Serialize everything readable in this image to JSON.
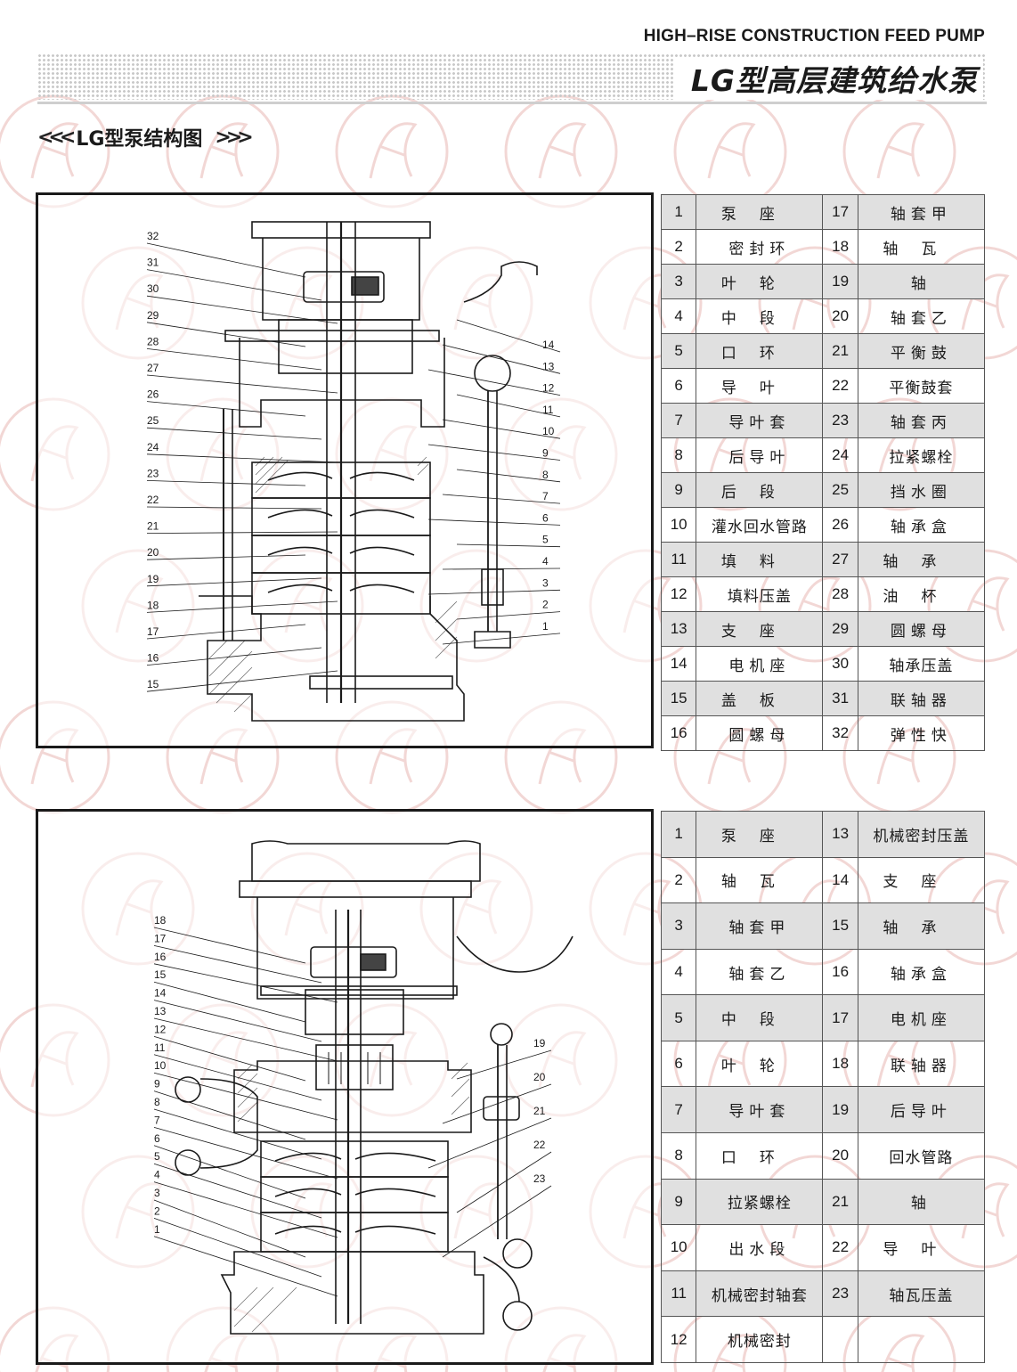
{
  "header": {
    "title_en": "HIGH–RISE CONSTRUCTION FEED PUMP",
    "title_cn": "LG型高层建筑给水泵"
  },
  "section": {
    "title": "LG型泵结构图",
    "left_glyph": "<<<",
    "right_glyph": ">>>"
  },
  "colors": {
    "border": "#1a1a1a",
    "shade": "#e0e0e0",
    "watermark": "#e9b8b4",
    "dots": "#c9c9c9"
  },
  "diagram1": {
    "labels_left": [
      "32",
      "31",
      "30",
      "29",
      "28",
      "27",
      "26",
      "25",
      "24",
      "23",
      "22",
      "21",
      "20",
      "19",
      "18",
      "17",
      "16",
      "15"
    ],
    "labels_right": [
      "14",
      "13",
      "12",
      "11",
      "10",
      "9",
      "8",
      "7",
      "6",
      "5",
      "4",
      "3",
      "2",
      "1"
    ]
  },
  "diagram2": {
    "labels_left": [
      "18",
      "17",
      "16",
      "15",
      "14",
      "13",
      "12",
      "11",
      "10",
      "9",
      "8",
      "7",
      "6",
      "5",
      "4",
      "3",
      "2",
      "1"
    ],
    "labels_right": [
      "19",
      "20",
      "21",
      "22",
      "23"
    ]
  },
  "table1": {
    "rows": [
      [
        {
          "n": "1",
          "t": "泵座"
        },
        {
          "n": "17",
          "t": "轴套甲"
        }
      ],
      [
        {
          "n": "2",
          "t": "密封环"
        },
        {
          "n": "18",
          "t": "轴瓦"
        }
      ],
      [
        {
          "n": "3",
          "t": "叶轮"
        },
        {
          "n": "19",
          "t": "轴"
        }
      ],
      [
        {
          "n": "4",
          "t": "中段"
        },
        {
          "n": "20",
          "t": "轴套乙"
        }
      ],
      [
        {
          "n": "5",
          "t": "口环"
        },
        {
          "n": "21",
          "t": "平衡鼓"
        }
      ],
      [
        {
          "n": "6",
          "t": "导叶"
        },
        {
          "n": "22",
          "t": "平衡鼓套"
        }
      ],
      [
        {
          "n": "7",
          "t": "导叶套"
        },
        {
          "n": "23",
          "t": "轴套丙"
        }
      ],
      [
        {
          "n": "8",
          "t": "后导叶"
        },
        {
          "n": "24",
          "t": "拉紧螺栓"
        }
      ],
      [
        {
          "n": "9",
          "t": "后段"
        },
        {
          "n": "25",
          "t": "挡水圈"
        }
      ],
      [
        {
          "n": "10",
          "t": "灌水回水管路"
        },
        {
          "n": "26",
          "t": "轴承盒"
        }
      ],
      [
        {
          "n": "11",
          "t": "填料"
        },
        {
          "n": "27",
          "t": "轴承"
        }
      ],
      [
        {
          "n": "12",
          "t": "填料压盖"
        },
        {
          "n": "28",
          "t": "油杯"
        }
      ],
      [
        {
          "n": "13",
          "t": "支座"
        },
        {
          "n": "29",
          "t": "圆螺母"
        }
      ],
      [
        {
          "n": "14",
          "t": "电机座"
        },
        {
          "n": "30",
          "t": "轴承压盖"
        }
      ],
      [
        {
          "n": "15",
          "t": "盖板"
        },
        {
          "n": "31",
          "t": "联轴器"
        }
      ],
      [
        {
          "n": "16",
          "t": "圆螺母"
        },
        {
          "n": "32",
          "t": "弹性快"
        }
      ]
    ]
  },
  "table2": {
    "rows": [
      [
        {
          "n": "1",
          "t": "泵座"
        },
        {
          "n": "13",
          "t": "机械密封压盖"
        }
      ],
      [
        {
          "n": "2",
          "t": "轴瓦"
        },
        {
          "n": "14",
          "t": "支座"
        }
      ],
      [
        {
          "n": "3",
          "t": "轴套甲"
        },
        {
          "n": "15",
          "t": "轴承"
        }
      ],
      [
        {
          "n": "4",
          "t": "轴套乙"
        },
        {
          "n": "16",
          "t": "轴承盒"
        }
      ],
      [
        {
          "n": "5",
          "t": "中段"
        },
        {
          "n": "17",
          "t": "电机座"
        }
      ],
      [
        {
          "n": "6",
          "t": "叶轮"
        },
        {
          "n": "18",
          "t": "联轴器"
        }
      ],
      [
        {
          "n": "7",
          "t": "导叶套"
        },
        {
          "n": "19",
          "t": "后导叶"
        }
      ],
      [
        {
          "n": "8",
          "t": "口环"
        },
        {
          "n": "20",
          "t": "回水管路"
        }
      ],
      [
        {
          "n": "9",
          "t": "拉紧螺栓"
        },
        {
          "n": "21",
          "t": "轴"
        }
      ],
      [
        {
          "n": "10",
          "t": "出水段"
        },
        {
          "n": "22",
          "t": "导叶"
        }
      ],
      [
        {
          "n": "11",
          "t": "机械密封轴套"
        },
        {
          "n": "23",
          "t": "轴瓦压盖"
        }
      ],
      [
        {
          "n": "12",
          "t": "机械密封"
        },
        {
          "n": "",
          "t": ""
        }
      ]
    ]
  }
}
